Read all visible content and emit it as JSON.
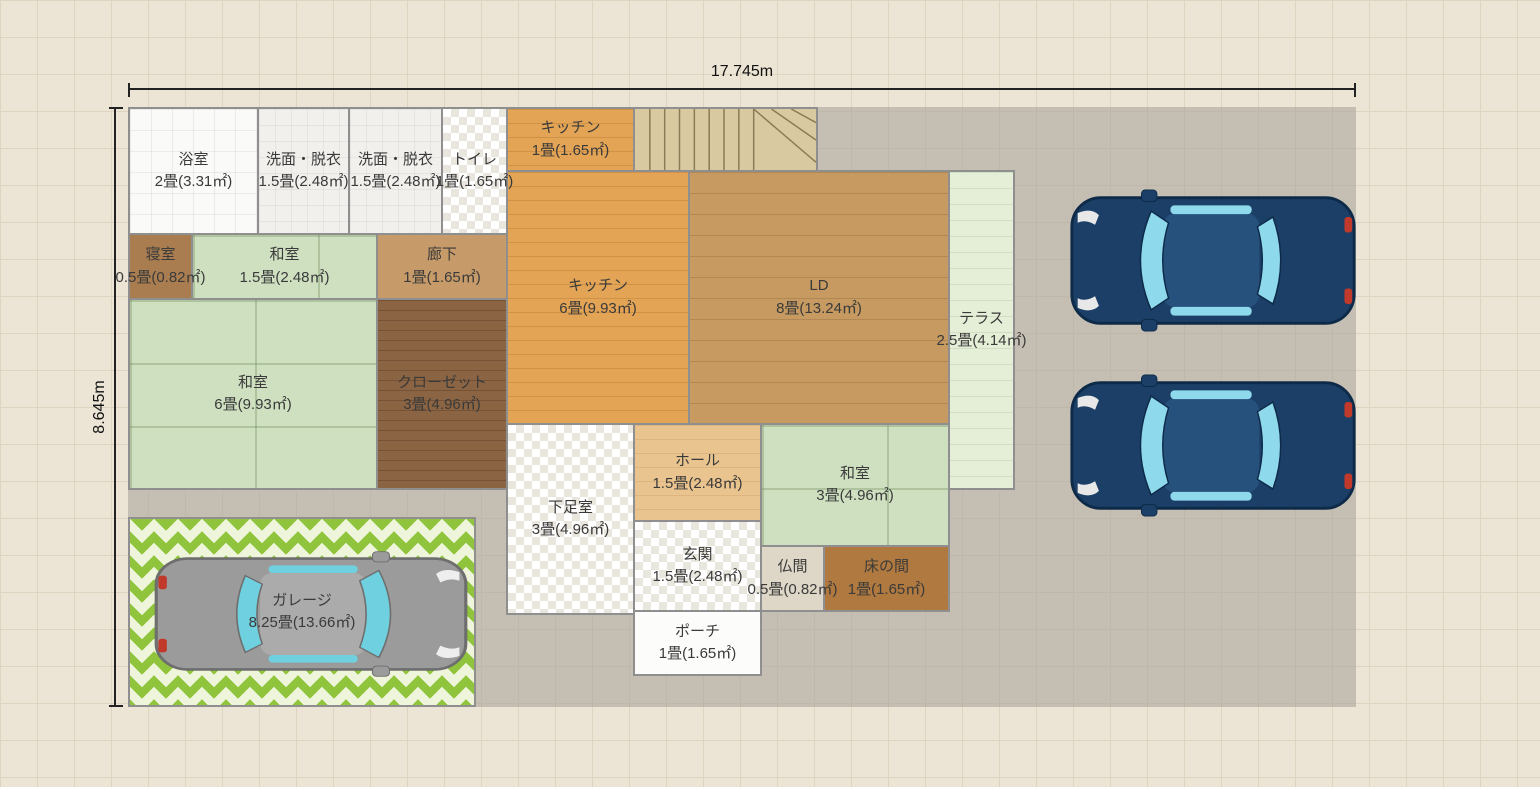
{
  "dimensions": {
    "width": "17.745m",
    "height": "8.645m"
  },
  "rooms": [
    {
      "id": "bath",
      "name": "浴室",
      "area": "2畳(3.31㎡)"
    },
    {
      "id": "washroom-1",
      "name": "洗面・脱衣",
      "area": "1.5畳(2.48㎡)"
    },
    {
      "id": "washroom-2",
      "name": "洗面・脱衣",
      "area": "1.5畳(2.48㎡)"
    },
    {
      "id": "toilet",
      "name": "トイレ",
      "area": "1畳(1.65㎡)"
    },
    {
      "id": "kitchen-small",
      "name": "キッチン",
      "area": "1畳(1.65㎡)"
    },
    {
      "id": "bedroom",
      "name": "寝室",
      "area": "0.5畳(0.82㎡)"
    },
    {
      "id": "washitsu-1-5",
      "name": "和室",
      "area": "1.5畳(2.48㎡)"
    },
    {
      "id": "hallway",
      "name": "廊下",
      "area": "1畳(1.65㎡)"
    },
    {
      "id": "kitchen",
      "name": "キッチン",
      "area": "6畳(9.93㎡)"
    },
    {
      "id": "ld",
      "name": "LD",
      "area": "8畳(13.24㎡)"
    },
    {
      "id": "terrace",
      "name": "テラス",
      "area": "2.5畳(4.14㎡)"
    },
    {
      "id": "washitsu-6",
      "name": "和室",
      "area": "6畳(9.93㎡)"
    },
    {
      "id": "closet",
      "name": "クローゼット",
      "area": "3畳(4.96㎡)"
    },
    {
      "id": "shoe-room",
      "name": "下足室",
      "area": "3畳(4.96㎡)"
    },
    {
      "id": "hall",
      "name": "ホール",
      "area": "1.5畳(2.48㎡)"
    },
    {
      "id": "washitsu-3",
      "name": "和室",
      "area": "3畳(4.96㎡)"
    },
    {
      "id": "entrance",
      "name": "玄関",
      "area": "1.5畳(2.48㎡)"
    },
    {
      "id": "butsuma",
      "name": "仏間",
      "area": "0.5畳(0.82㎡)"
    },
    {
      "id": "tokonoma",
      "name": "床の間",
      "area": "1畳(1.65㎡)"
    },
    {
      "id": "porch",
      "name": "ポーチ",
      "area": "1畳(1.65㎡)"
    },
    {
      "id": "garage",
      "name": "ガレージ",
      "area": "8.25畳(13.66㎡)"
    }
  ],
  "colors": {
    "grid_background": "#ece5d6",
    "pavement": "#b9b2a9",
    "tatami_green": "#cfe0c1",
    "kitchen_orange": "#e3a456",
    "ld_wood": "#c69a60",
    "garage_green": "#8fc43c",
    "car_blue_body": "#1b3f66",
    "car_glass": "#8fd9ec",
    "garage_car_body": "#9b9b9b"
  }
}
